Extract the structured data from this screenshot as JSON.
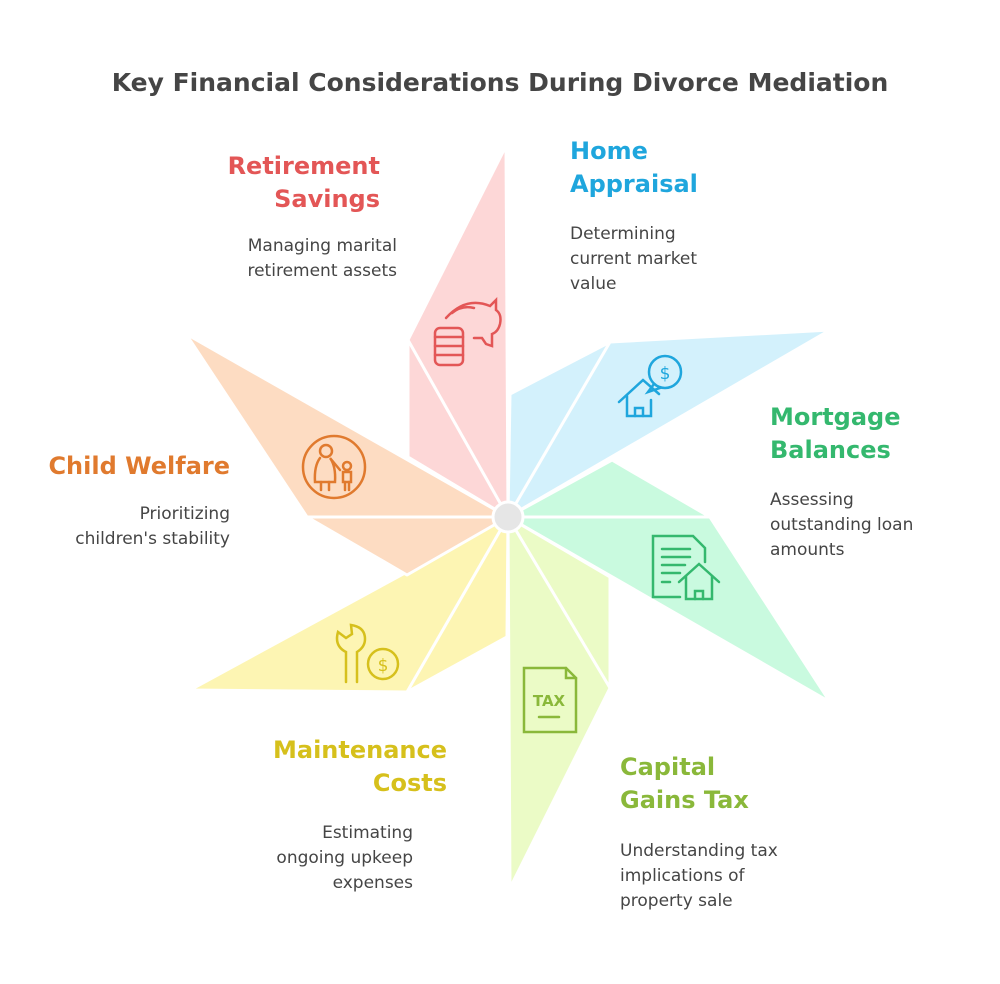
{
  "title": "Key Financial Considerations During Divorce Mediation",
  "items": [
    {
      "heading": [
        "Retirement",
        "Savings"
      ],
      "description": [
        "Managing marital",
        "retirement assets"
      ],
      "icon": "piggy-bank-coins-icon",
      "color": "#e35656",
      "fill": "#fdd7d7"
    },
    {
      "heading": [
        "Home",
        "Appraisal"
      ],
      "description": [
        "Determining",
        "current market",
        "value"
      ],
      "icon": "house-dollar-icon",
      "color": "#1fa6dd",
      "fill": "#d3f1fc"
    },
    {
      "heading": [
        "Mortgage",
        "Balances"
      ],
      "description": [
        "Assessing",
        "outstanding loan",
        "amounts"
      ],
      "icon": "document-house-icon",
      "color": "#34b86e",
      "fill": "#c9fadf"
    },
    {
      "heading": [
        "Capital",
        "Gains Tax"
      ],
      "description": [
        "Understanding tax",
        "implications of",
        "property sale"
      ],
      "icon": "tax-document-icon",
      "color": "#8ab83a",
      "fill": "#ebfbc6"
    },
    {
      "heading": [
        "Maintenance",
        "Costs"
      ],
      "description": [
        "Estimating",
        "ongoing upkeep",
        "expenses"
      ],
      "icon": "wrench-dollar-icon",
      "color": "#d6c01c",
      "fill": "#fdf5b3"
    },
    {
      "heading": [
        "Child Welfare"
      ],
      "description": [
        "Prioritizing",
        "children's stability"
      ],
      "icon": "parent-child-icon",
      "color": "#e07a2e",
      "fill": "#fddcc2"
    }
  ]
}
